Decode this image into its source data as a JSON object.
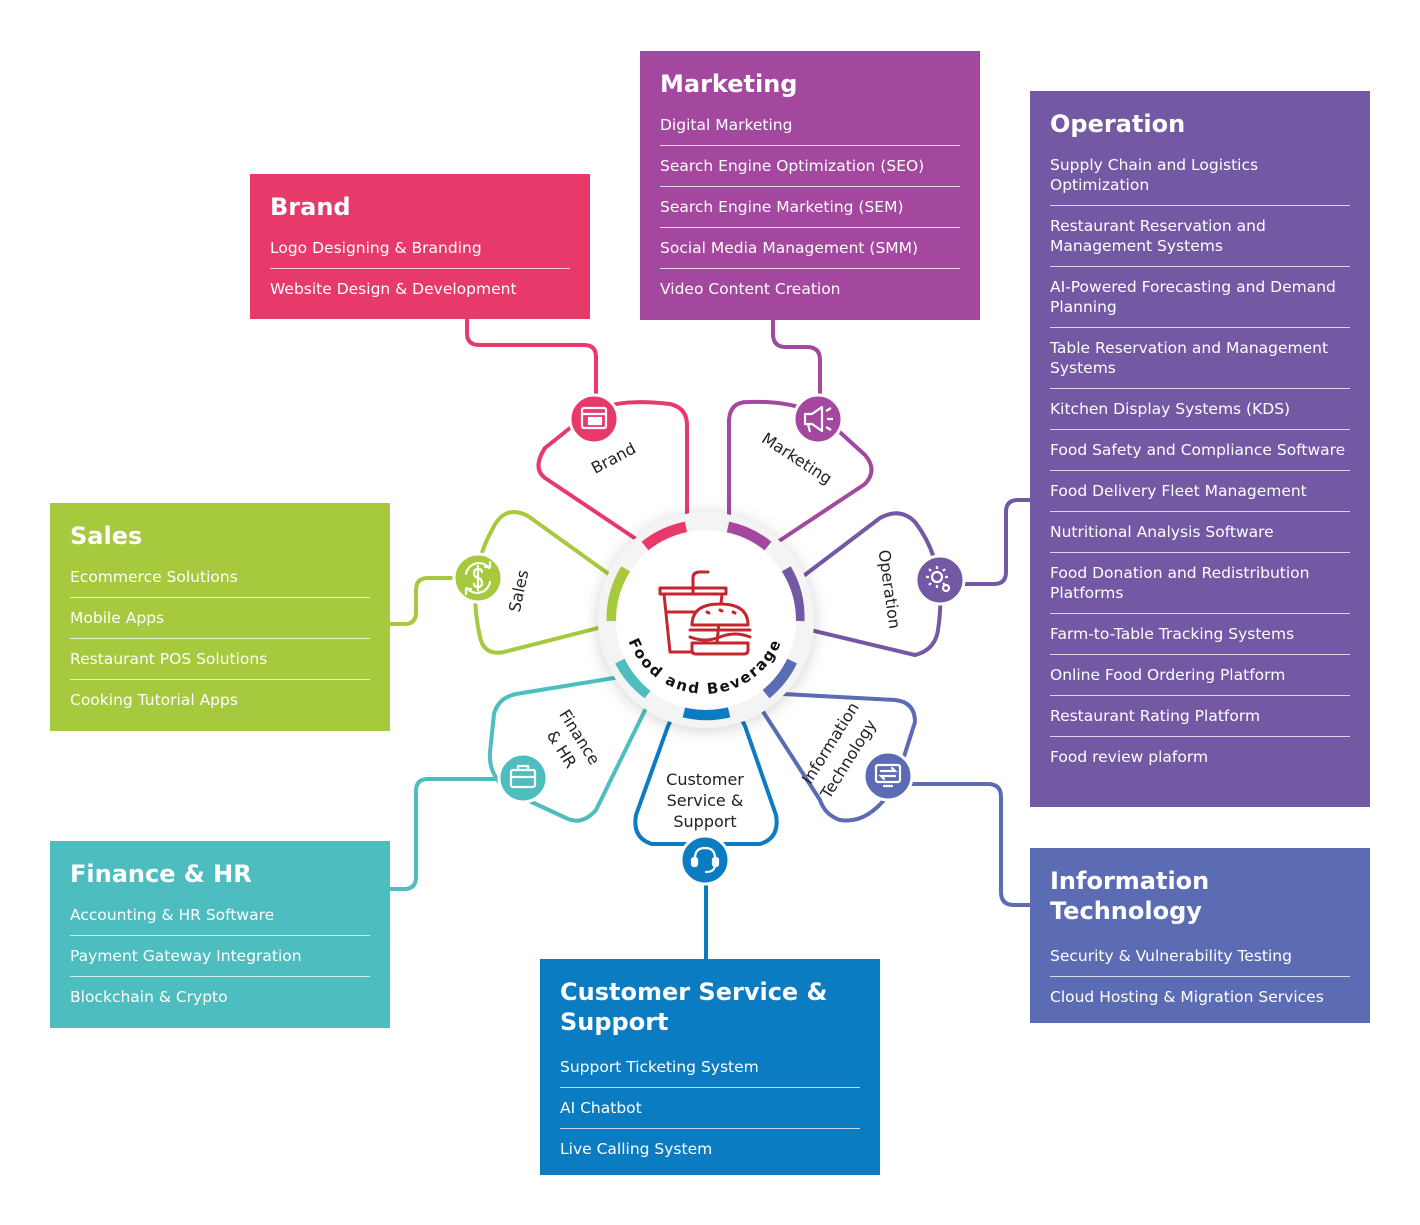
{
  "center": {
    "label": "Food and Beverage",
    "icon": "fast-food-icon"
  },
  "colors": {
    "brand": "#e8396b",
    "marketing": "#a3479f",
    "operation": "#7358a4",
    "sales": "#a6c93d",
    "finance": "#4dbdc0",
    "customer_service": "#0b7cc1",
    "information_technology": "#5c6cb4"
  },
  "petals": {
    "brand": {
      "label": "Brand",
      "icon": "browser-window-icon"
    },
    "marketing": {
      "label": "Marketing",
      "icon": "megaphone-icon"
    },
    "operation": {
      "label": "Operation",
      "icon": "gear-icon"
    },
    "information_technology": {
      "line1": "Information",
      "line2": "Technology",
      "icon": "monitor-icon"
    },
    "customer_service": {
      "line1": "Customer",
      "line2": "Service &",
      "line3": "Support",
      "icon": "headset-icon"
    },
    "finance": {
      "line1": "Finance",
      "line2": "& HR",
      "icon": "briefcase-icon"
    },
    "sales": {
      "label": "Sales",
      "icon": "dollar-cycle-icon"
    }
  },
  "boxes": {
    "brand": {
      "title": "Brand",
      "items": [
        "Logo Designing & Branding",
        "Website Design & Development"
      ]
    },
    "marketing": {
      "title": "Marketing",
      "items": [
        "Digital Marketing",
        "Search Engine Optimization (SEO)",
        "Search Engine Marketing (SEM)",
        "Social Media Management (SMM)",
        "Video Content Creation"
      ]
    },
    "operation": {
      "title": "Operation",
      "items": [
        "Supply Chain and Logistics Optimization",
        "Restaurant Reservation and Management Systems",
        "AI-Powered Forecasting and Demand Planning",
        "Table Reservation and Management Systems",
        "Kitchen Display Systems (KDS)",
        "Food Safety and Compliance Software",
        "Food Delivery Fleet Management",
        "Nutritional Analysis Software",
        "Food Donation and Redistribution Platforms",
        "Farm-to-Table Tracking Systems",
        "Online Food Ordering Platform",
        "Restaurant Rating Platform",
        "Food review plaform"
      ]
    },
    "sales": {
      "title": "Sales",
      "items": [
        "Ecommerce Solutions",
        "Mobile Apps",
        "Restaurant POS Solutions",
        "Cooking Tutorial Apps"
      ]
    },
    "finance": {
      "title": "Finance & HR",
      "items": [
        "Accounting & HR Software",
        "Payment Gateway Integration",
        "Blockchain & Crypto"
      ]
    },
    "customer_service": {
      "title": "Customer Service & Support",
      "items": [
        "Support Ticketing System",
        "AI Chatbot",
        "Live Calling System"
      ]
    },
    "information_technology": {
      "title": "Information Technology",
      "items": [
        "Security & Vulnerability Testing",
        "Cloud Hosting & Migration Services"
      ]
    }
  }
}
